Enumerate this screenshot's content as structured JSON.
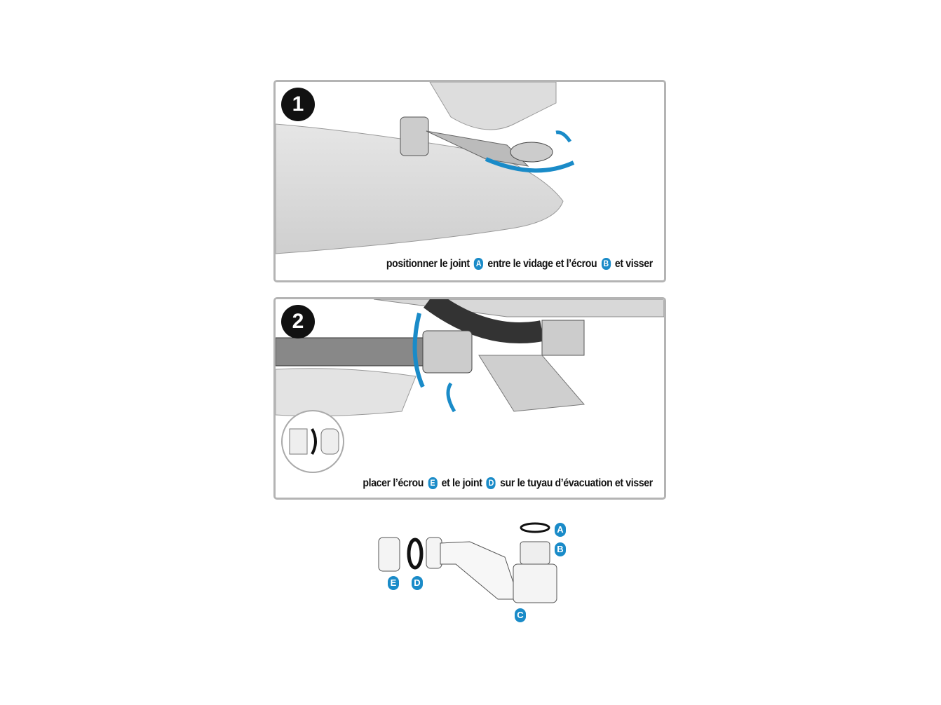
{
  "steps": [
    {
      "number": "1",
      "caption_parts": [
        "positionner le joint",
        "A",
        "entre le vidage et l’écrou",
        "B",
        "et visser"
      ]
    },
    {
      "number": "2",
      "caption_parts": [
        "placer l’écrou",
        "E",
        "et le joint",
        "D",
        "sur le tuyau d’évacuation et visser"
      ]
    }
  ],
  "parts_labels": {
    "a": "A",
    "b": "B",
    "c": "C",
    "d": "D",
    "e": "E"
  },
  "colors": {
    "accent": "#1a8bc8",
    "border": "#b4b4b4"
  }
}
